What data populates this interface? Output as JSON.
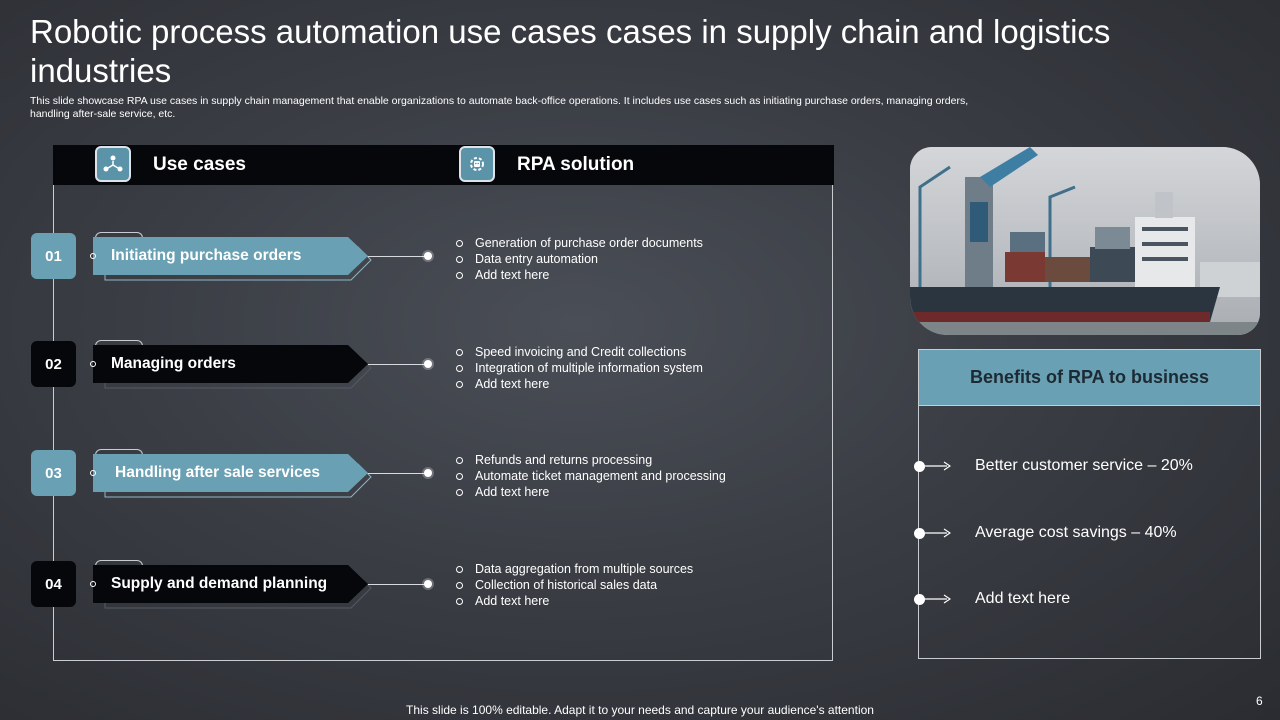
{
  "slide": {
    "title": "Robotic process automation use cases cases in supply chain and logistics industries",
    "subtitle": "This slide showcase RPA use cases in supply chain management that enable organizations to automate back-office operations. It includes use cases such as initiating purchase orders, managing orders, handling after-sale service, etc.",
    "footer": "This slide is 100% editable. Adapt it to your needs and capture your audience's attention",
    "page_number": "6"
  },
  "table": {
    "header_left": "Use cases",
    "header_right": "RPA solution",
    "header_left_icon": "network-people-icon",
    "header_right_icon": "robot-gear-icon",
    "rows": [
      {
        "number": "01",
        "label": "Initiating purchase orders",
        "style": "teal",
        "bullets": [
          "Generation of purchase order documents",
          "Data entry automation",
          "Add text here"
        ]
      },
      {
        "number": "02",
        "label": "Managing orders",
        "style": "dark",
        "bullets": [
          "Speed invoicing and Credit collections",
          "Integration of multiple information  system",
          "Add text here"
        ]
      },
      {
        "number": "03",
        "label": "Handling after sale services",
        "style": "teal",
        "bullets": [
          "Refunds and returns processing",
          "Automate ticket management and processing",
          "Add text here"
        ]
      },
      {
        "number": "04",
        "label": "Supply and demand planning",
        "style": "dark",
        "bullets": [
          "Data aggregation from multiple sources",
          "Collection of historical sales data",
          "Add text here"
        ]
      }
    ]
  },
  "benefits": {
    "title": "Benefits of RPA to business",
    "items": [
      "Better customer service – 20%",
      "Average cost savings – 40%",
      "Add text here"
    ]
  },
  "colors": {
    "teal": "#6aa0b3",
    "dark": "#05070b",
    "background": "#3a3d44"
  }
}
